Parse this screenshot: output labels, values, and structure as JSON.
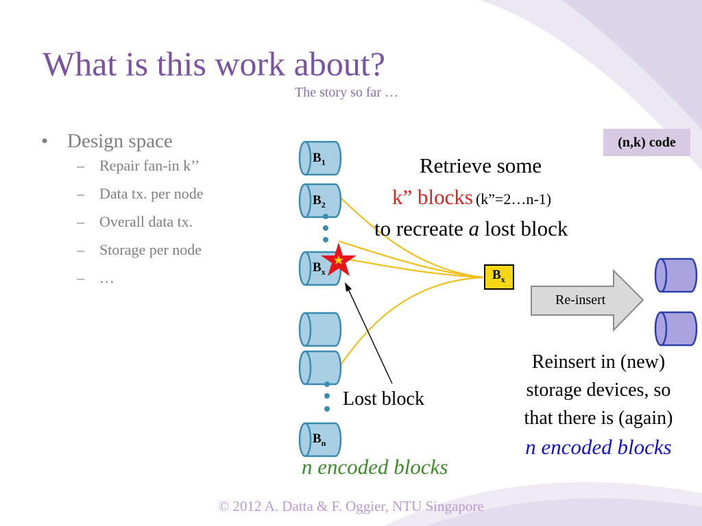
{
  "slide": {
    "title": "What is this work about?",
    "subtitle": "The story so far …",
    "footer": "© 2012 A. Datta & F. Oggier, NTU Singapore"
  },
  "bullets": {
    "main": "Design space",
    "subs": [
      "Repair fan-in k’’",
      "Data tx. per node",
      "Overall data tx.",
      "Storage per node",
      "…"
    ]
  },
  "code_tag": "(n,k) code",
  "blocks": {
    "b1": {
      "base": "B",
      "sub": "1"
    },
    "b2": {
      "base": "B",
      "sub": "2"
    },
    "bx": {
      "base": "B",
      "sub": "x"
    },
    "bn": {
      "base": "B",
      "sub": "n"
    },
    "new_bx": {
      "base": "B",
      "sub": "x"
    }
  },
  "retrieve": {
    "line1": "Retrieve some",
    "line2_red": "k” blocks",
    "line2_small": "(k”=2…n-1)",
    "line3_a": "to recreate",
    "line3_italic": "a",
    "line3_b": "lost block"
  },
  "lost_block_label": "Lost block",
  "reinsert_arrow_label": "Re-insert",
  "reinsert_text": [
    "Reinsert in (new)",
    "storage devices, so",
    "that there is (again)"
  ],
  "reinsert_italic": "n encoded blocks",
  "left_encoded": "n encoded blocks",
  "colors": {
    "title": "#7b52a2",
    "cylinder": "#a9cfe4",
    "cylinder_border": "#3a8bb0",
    "new_cylinder": "#a9a3e0",
    "new_cylinder_border": "#2a3fa8",
    "yellow_line": "#f2be1a",
    "star": "#e8141c",
    "red_text": "#e0221d",
    "green_text": "#3b8c2a",
    "blue_text": "#1010d8",
    "tag_bg": "#d6cbe3"
  }
}
